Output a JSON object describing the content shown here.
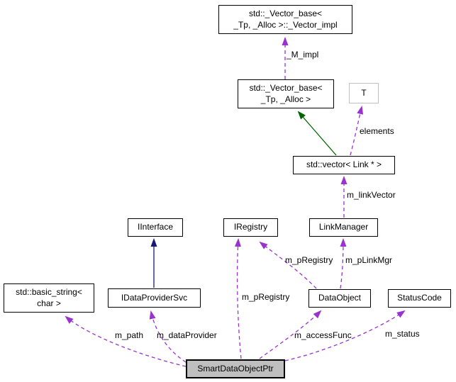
{
  "colors": {
    "usage_edge": "#9a32cd",
    "public_inheritance_edge": "#191970",
    "protected_inheritance_edge": "#006400",
    "node_border": "#000000",
    "node_fill": "#ffffff",
    "template_node_border": "#c0c0c0",
    "focus_node_fill": "#bfbfbf",
    "text": "#000000",
    "background": "#ffffff"
  },
  "nodes": [
    {
      "id": "vector-impl",
      "label": "std::_Vector_base<\n_Tp, _Alloc >::_Vector_impl"
    },
    {
      "id": "vector-base",
      "label": "std::_Vector_base<\n_Tp, _Alloc >"
    },
    {
      "id": "template-t",
      "label": "T"
    },
    {
      "id": "vector-link",
      "label": "std::vector< Link * >"
    },
    {
      "id": "iinterface",
      "label": "IInterface"
    },
    {
      "id": "iregistry",
      "label": "IRegistry"
    },
    {
      "id": "linkmanager",
      "label": "LinkManager"
    },
    {
      "id": "basic-string",
      "label": "std::basic_string<\nchar >"
    },
    {
      "id": "idataprovidersvc",
      "label": "IDataProviderSvc"
    },
    {
      "id": "dataobject",
      "label": "DataObject"
    },
    {
      "id": "statuscode",
      "label": "StatusCode"
    },
    {
      "id": "smartdataobjectptr",
      "label": "SmartDataObjectPtr"
    }
  ],
  "edges": [
    {
      "label": "_M_impl",
      "from": "std::_Vector_base< _Tp, _Alloc >",
      "to": "std::_Vector_base< _Tp, _Alloc >::_Vector_impl",
      "type": "usage"
    },
    {
      "label": "",
      "from": "std::vector< Link * >",
      "to": "std::_Vector_base< _Tp, _Alloc >",
      "type": "protected-inheritance"
    },
    {
      "label": "elements",
      "from": "std::vector< Link * >",
      "to": "T",
      "type": "usage"
    },
    {
      "label": "m_linkVector",
      "from": "LinkManager",
      "to": "std::vector< Link * >",
      "type": "usage"
    },
    {
      "label": "",
      "from": "IDataProviderSvc",
      "to": "IInterface",
      "type": "public-inheritance"
    },
    {
      "label": "m_pRegistry",
      "from": "DataObject",
      "to": "IRegistry",
      "type": "usage"
    },
    {
      "label": "m_pLinkMgr",
      "from": "DataObject",
      "to": "LinkManager",
      "type": "usage"
    },
    {
      "label": "m_pRegistry",
      "from": "SmartDataObjectPtr",
      "to": "IRegistry",
      "type": "usage"
    },
    {
      "label": "m_path",
      "from": "SmartDataObjectPtr",
      "to": "std::basic_string< char >",
      "type": "usage"
    },
    {
      "label": "m_dataProvider",
      "from": "SmartDataObjectPtr",
      "to": "IDataProviderSvc",
      "type": "usage"
    },
    {
      "label": "m_accessFunc",
      "from": "SmartDataObjectPtr",
      "to": "DataObject",
      "type": "usage"
    },
    {
      "label": "m_status",
      "from": "SmartDataObjectPtr",
      "to": "StatusCode",
      "type": "usage"
    }
  ]
}
